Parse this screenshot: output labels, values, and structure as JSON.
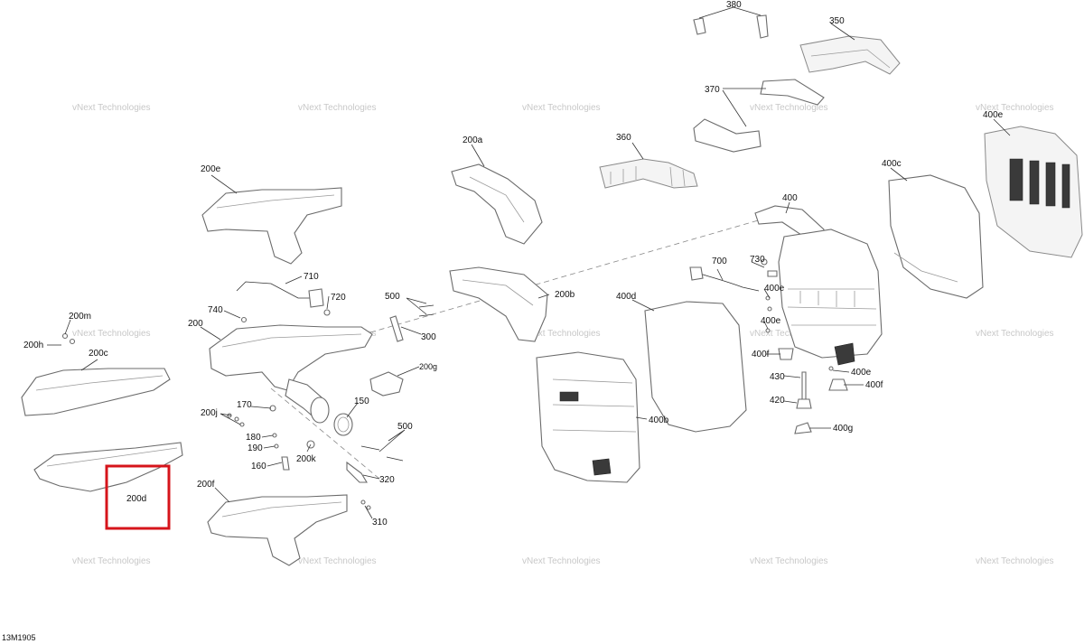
{
  "watermark": "vNext Technologies",
  "figure_code": "13M1905",
  "highlight_color": "#d6141b",
  "highlighted_label": "200d",
  "callouts": {
    "c380": "380",
    "c350": "350",
    "c370": "370",
    "c360": "360",
    "c200a": "200a",
    "c400e_top": "400e",
    "c400c": "400c",
    "c400": "400",
    "c200e": "200e",
    "c730": "730",
    "c700": "700",
    "c710": "710",
    "c720": "720",
    "c500a": "500",
    "c200b": "200b",
    "c400d": "400d",
    "c740": "740",
    "c200m": "200m",
    "c200h": "200h",
    "c200": "200",
    "c200c": "200c",
    "c300": "300",
    "c400e_a": "400e",
    "c400e_b": "400e",
    "c400f_a": "400f",
    "c430": "430",
    "c400e_c": "400e",
    "c400f_b": "400f",
    "c420": "420",
    "c400g": "400g",
    "c200g": "200g",
    "c170": "170",
    "c200j": "200j",
    "c150": "150",
    "c500b": "500",
    "c180": "180",
    "c190": "190",
    "c200k": "200k",
    "c160": "160",
    "c400b": "400b",
    "c320": "320",
    "c200d": "200d",
    "c200f": "200f",
    "c310": "310"
  }
}
